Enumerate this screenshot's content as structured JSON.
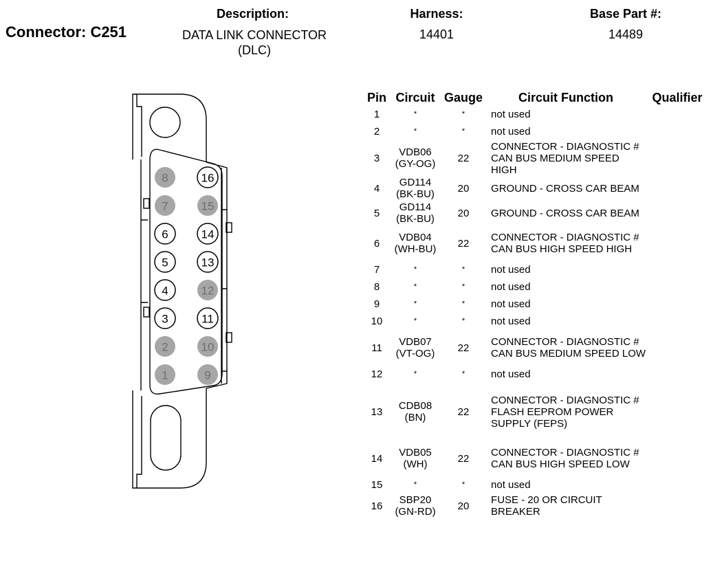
{
  "header": {
    "connector": "Connector: C251",
    "description_label": "Description:",
    "description_value": "DATA LINK CONNECTOR (DLC)",
    "harness_label": "Harness:",
    "harness_value": "14401",
    "base_part_label": "Base Part #:",
    "base_part_value": "14489"
  },
  "diagram": {
    "pins": [
      {
        "number": "8",
        "used": false
      },
      {
        "number": "16",
        "used": true
      },
      {
        "number": "7",
        "used": false
      },
      {
        "number": "15",
        "used": false
      },
      {
        "number": "6",
        "used": true
      },
      {
        "number": "14",
        "used": true
      },
      {
        "number": "5",
        "used": true
      },
      {
        "number": "13",
        "used": true
      },
      {
        "number": "4",
        "used": true
      },
      {
        "number": "12",
        "used": false
      },
      {
        "number": "3",
        "used": true
      },
      {
        "number": "11",
        "used": true
      },
      {
        "number": "2",
        "used": false
      },
      {
        "number": "10",
        "used": false
      },
      {
        "number": "1",
        "used": false
      },
      {
        "number": "9",
        "used": false
      }
    ],
    "used_pin_fill": "#ffffff",
    "unused_pin_fill": "#a6a6a6"
  },
  "table": {
    "headers": [
      "Pin",
      "Circuit",
      "Gauge",
      "Circuit Function",
      "Qualifier"
    ],
    "rows": [
      {
        "pin": "1",
        "circuit": "*",
        "gauge": "*",
        "function": "not used",
        "qualifier": ""
      },
      {
        "pin": "2",
        "circuit": "*",
        "gauge": "*",
        "function": "not used",
        "qualifier": ""
      },
      {
        "pin": "3",
        "circuit": "VDB06 (GY-OG)",
        "gauge": "22",
        "function": "CONNECTOR - DIAGNOSTIC # CAN BUS MEDIUM SPEED HIGH",
        "qualifier": ""
      },
      {
        "pin": "4",
        "circuit": "GD114 (BK-BU)",
        "gauge": "20",
        "function": "GROUND - CROSS CAR BEAM",
        "qualifier": ""
      },
      {
        "pin": "5",
        "circuit": "GD114 (BK-BU)",
        "gauge": "20",
        "function": "GROUND - CROSS CAR BEAM",
        "qualifier": ""
      },
      {
        "pin": "6",
        "circuit": "VDB04 (WH-BU)",
        "gauge": "22",
        "function": "CONNECTOR - DIAGNOSTIC # CAN BUS HIGH SPEED HIGH",
        "qualifier": ""
      },
      {
        "pin": "7",
        "circuit": "*",
        "gauge": "*",
        "function": "not used",
        "qualifier": ""
      },
      {
        "pin": "8",
        "circuit": "*",
        "gauge": "*",
        "function": "not used",
        "qualifier": ""
      },
      {
        "pin": "9",
        "circuit": "*",
        "gauge": "*",
        "function": "not used",
        "qualifier": ""
      },
      {
        "pin": "10",
        "circuit": "*",
        "gauge": "*",
        "function": "not used",
        "qualifier": ""
      },
      {
        "pin": "11",
        "circuit": "VDB07 (VT-OG)",
        "gauge": "22",
        "function": "CONNECTOR - DIAGNOSTIC # CAN BUS MEDIUM SPEED LOW",
        "qualifier": ""
      },
      {
        "pin": "12",
        "circuit": "*",
        "gauge": "*",
        "function": "not used",
        "qualifier": ""
      },
      {
        "pin": "13",
        "circuit": "CDB08 (BN)",
        "gauge": "22",
        "function": "CONNECTOR - DIAGNOSTIC # FLASH EEPROM POWER SUPPLY (FEPS)",
        "qualifier": ""
      },
      {
        "pin": "14",
        "circuit": "VDB05 (WH)",
        "gauge": "22",
        "function": "CONNECTOR - DIAGNOSTIC # CAN BUS HIGH SPEED LOW",
        "qualifier": ""
      },
      {
        "pin": "15",
        "circuit": "*",
        "gauge": "*",
        "function": "not used",
        "qualifier": ""
      },
      {
        "pin": "16",
        "circuit": "SBP20 (GN-RD)",
        "gauge": "20",
        "function": "FUSE - 20 OR CIRCUIT BREAKER",
        "qualifier": ""
      }
    ]
  }
}
